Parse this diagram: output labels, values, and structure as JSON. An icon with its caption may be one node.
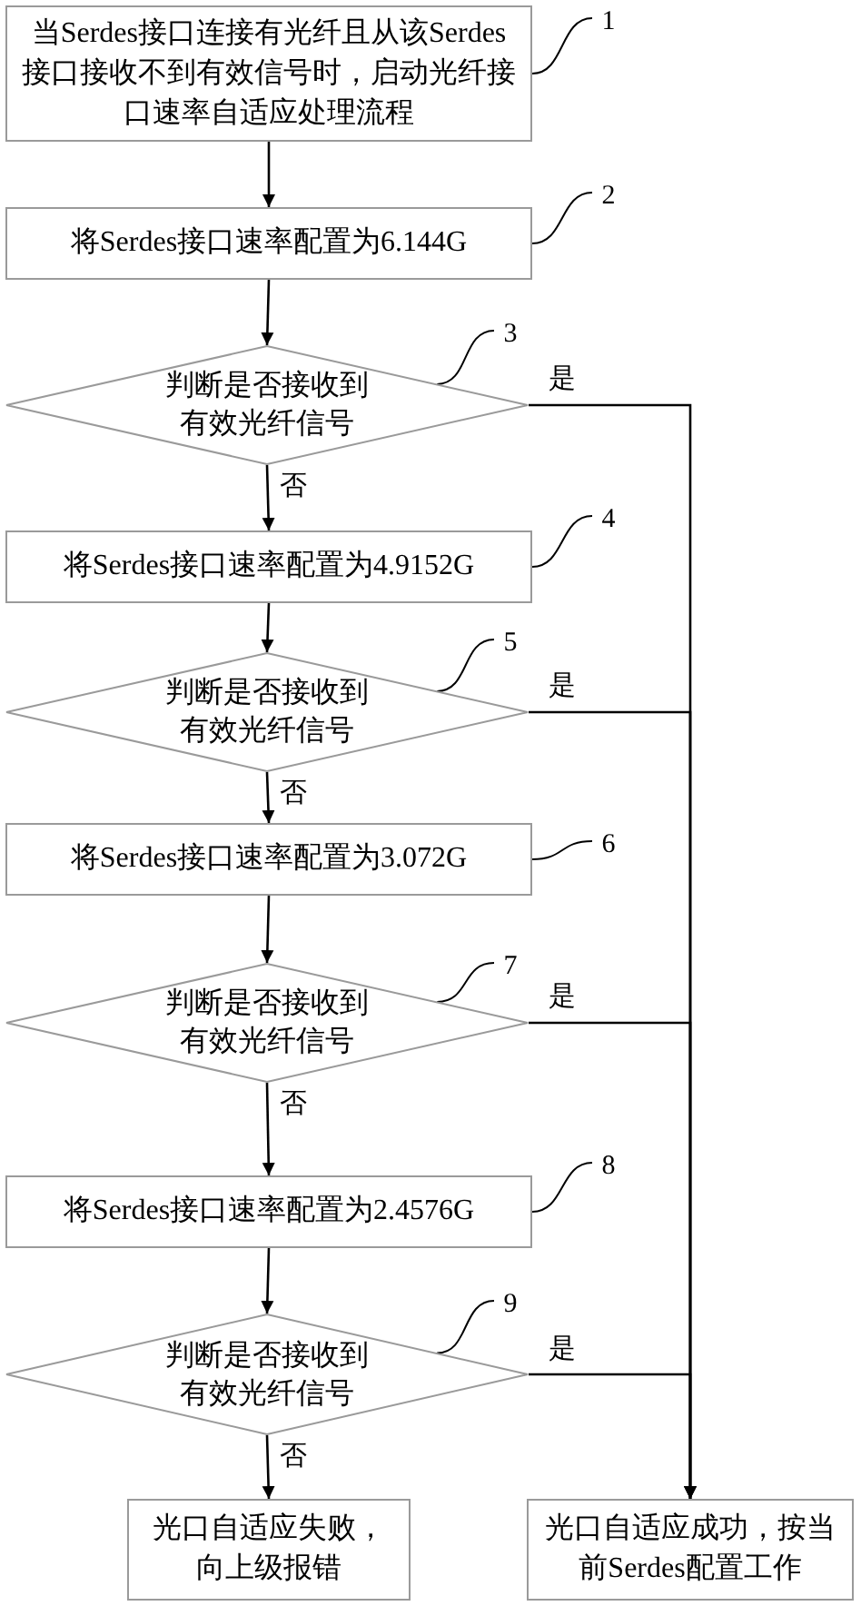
{
  "diagram": {
    "nodes": [
      {
        "text": [
          "当Serdes接口连接有光纤且从该Serdes接口接收不到有效信号时，启动光纤接口速率自适应处理流程"
        ]
      },
      {
        "text": [
          "将Serdes接口速率配置为6.144G"
        ]
      },
      {
        "text": [
          "判断是否接收到有效光纤信号"
        ]
      },
      {
        "text": [
          "将Serdes接口速率配置为4.9152G"
        ]
      },
      {
        "text": [
          "判断是否接收到有效光纤信号"
        ]
      },
      {
        "text": [
          "将Serdes接口速率配置为3.072G"
        ]
      },
      {
        "text": [
          "判断是否接收到有效光纤信号"
        ]
      },
      {
        "text": [
          "将Serdes接口速率配置为2.4576G"
        ]
      },
      {
        "text": [
          "判断是否接收到有效光纤信号"
        ]
      },
      {
        "text": [
          "光口自适应失败，向上级报错"
        ]
      },
      {
        "text": [
          "光口自适应成功，按当前Serdes配置工作"
        ]
      },
      {
        "text": [
          "1"
        ]
      },
      {
        "text": [
          "2"
        ]
      },
      {
        "text": [
          "3"
        ]
      },
      {
        "text": [
          "4"
        ]
      },
      {
        "text": [
          "5"
        ]
      },
      {
        "text": [
          "6"
        ]
      },
      {
        "text": [
          "7"
        ]
      },
      {
        "text": [
          "8"
        ]
      },
      {
        "text": [
          "9"
        ]
      }
    ],
    "edges": [
      {
        "from": 0,
        "to": 1,
        "arrow": "to"
      },
      {
        "from": 1,
        "to": 2,
        "arrow": "to"
      },
      {
        "from": 2,
        "to": 3,
        "arrow": "to",
        "label": "否"
      },
      {
        "from": 3,
        "to": 4,
        "arrow": "to"
      },
      {
        "from": 4,
        "to": 5,
        "arrow": "to",
        "label": "否"
      },
      {
        "from": 5,
        "to": 6,
        "arrow": "to"
      },
      {
        "from": 6,
        "to": 7,
        "arrow": "to",
        "label": "否"
      },
      {
        "from": 7,
        "to": 8,
        "arrow": "to"
      },
      {
        "from": 8,
        "to": 9,
        "arrow": "to",
        "label": "否"
      },
      {
        "from": 2,
        "to": 10,
        "arrow": "to",
        "label": "是"
      },
      {
        "from": 4,
        "to": 10,
        "arrow": "to",
        "label": "是"
      },
      {
        "from": 6,
        "to": 10,
        "arrow": "to",
        "label": "是"
      },
      {
        "from": 8,
        "to": 10,
        "arrow": "to",
        "label": "是"
      },
      {
        "from": 11,
        "to": 0,
        "arrow": "none"
      },
      {
        "from": 12,
        "to": 1,
        "arrow": "none"
      },
      {
        "from": 13,
        "to": 2,
        "arrow": "none"
      },
      {
        "from": 14,
        "to": 3,
        "arrow": "none"
      },
      {
        "from": 15,
        "to": 4,
        "arrow": "none"
      },
      {
        "from": 16,
        "to": 5,
        "arrow": "none"
      },
      {
        "from": 17,
        "to": 6,
        "arrow": "none"
      },
      {
        "from": 18,
        "to": 7,
        "arrow": "none"
      },
      {
        "from": 19,
        "to": 8,
        "arrow": "none"
      }
    ]
  }
}
